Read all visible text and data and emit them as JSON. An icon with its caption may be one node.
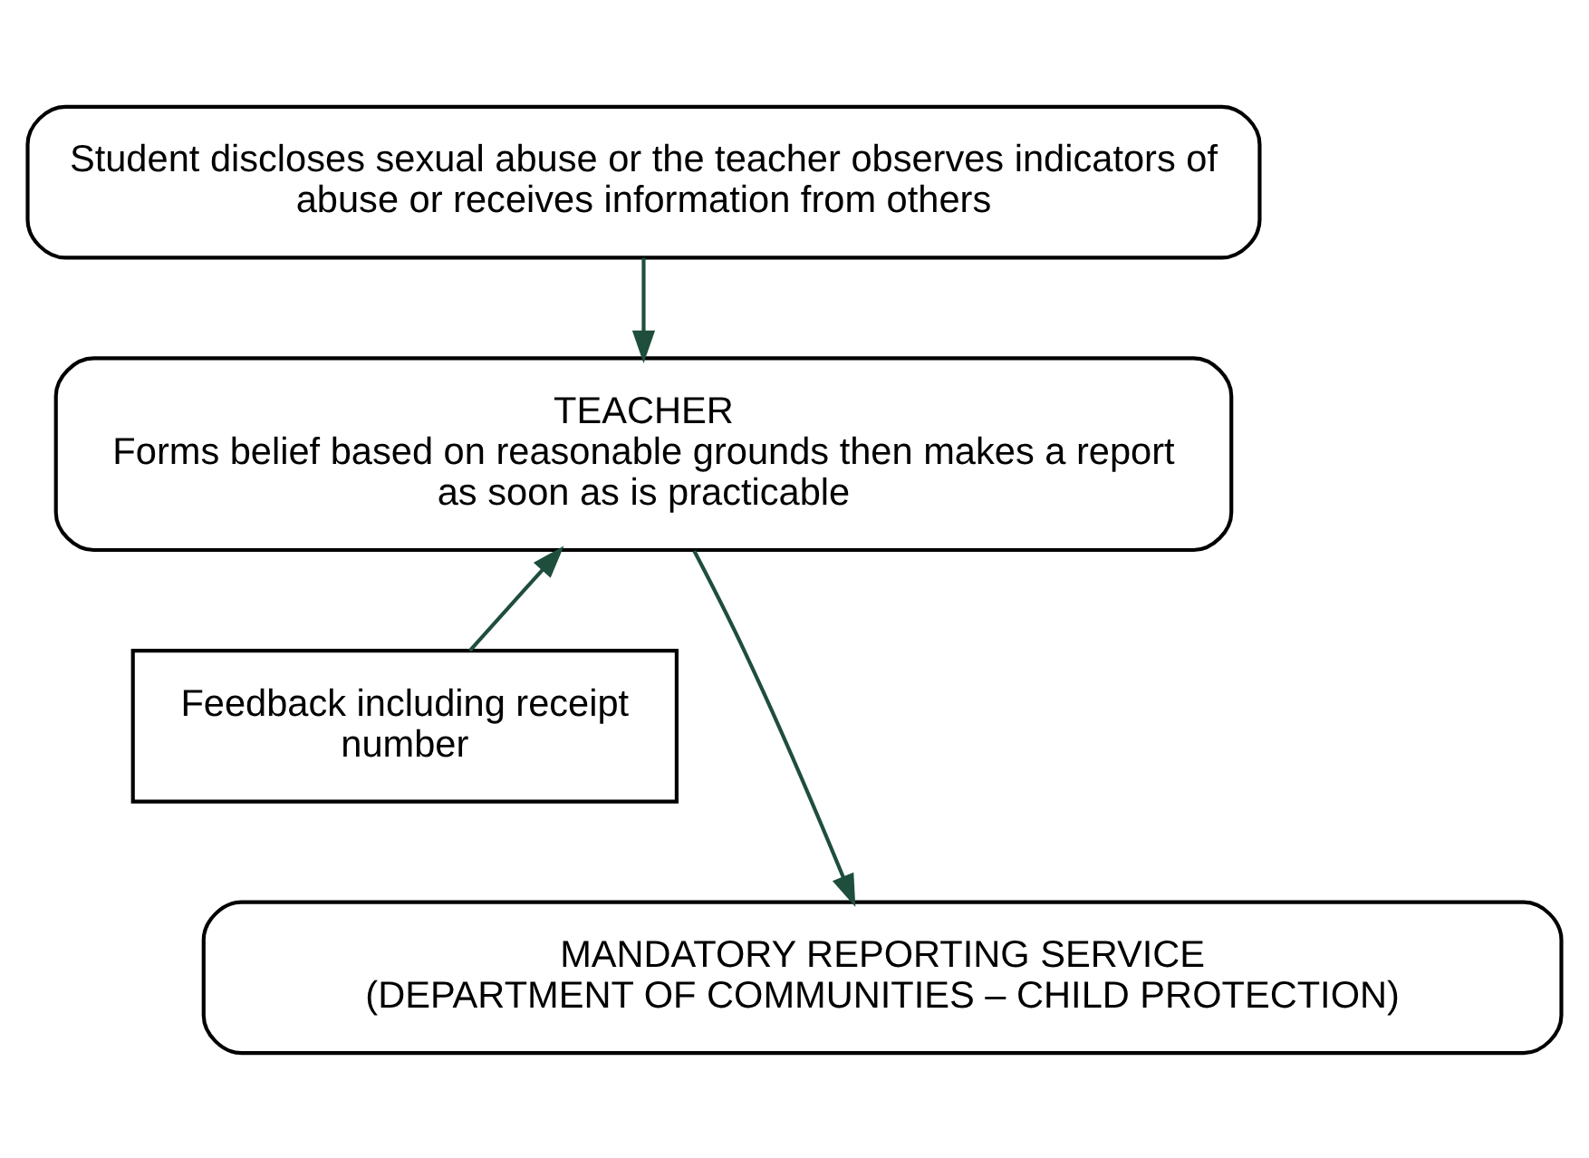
{
  "diagram": {
    "nodes": [
      {
        "text": [
          "Student discloses sexual abuse or the teacher observes indicators of abuse or receives information from others"
        ]
      },
      {
        "text": [
          "TEACHER",
          "Forms belief based on reasonable grounds then makes a report as soon as is practicable"
        ]
      },
      {
        "text": [
          "Feedback including receipt number"
        ]
      },
      {
        "text": [
          "MANDATORY REPORTING SERVICE",
          "(DEPARTMENT OF COMMUNITIES – CHILD PROTECTION)"
        ]
      }
    ],
    "edges": [
      {
        "from": 0,
        "to": 1,
        "arrow": "to"
      },
      {
        "from": 2,
        "to": 1,
        "arrow": "to"
      },
      {
        "from": 1,
        "to": 3,
        "arrow": "to"
      }
    ]
  }
}
